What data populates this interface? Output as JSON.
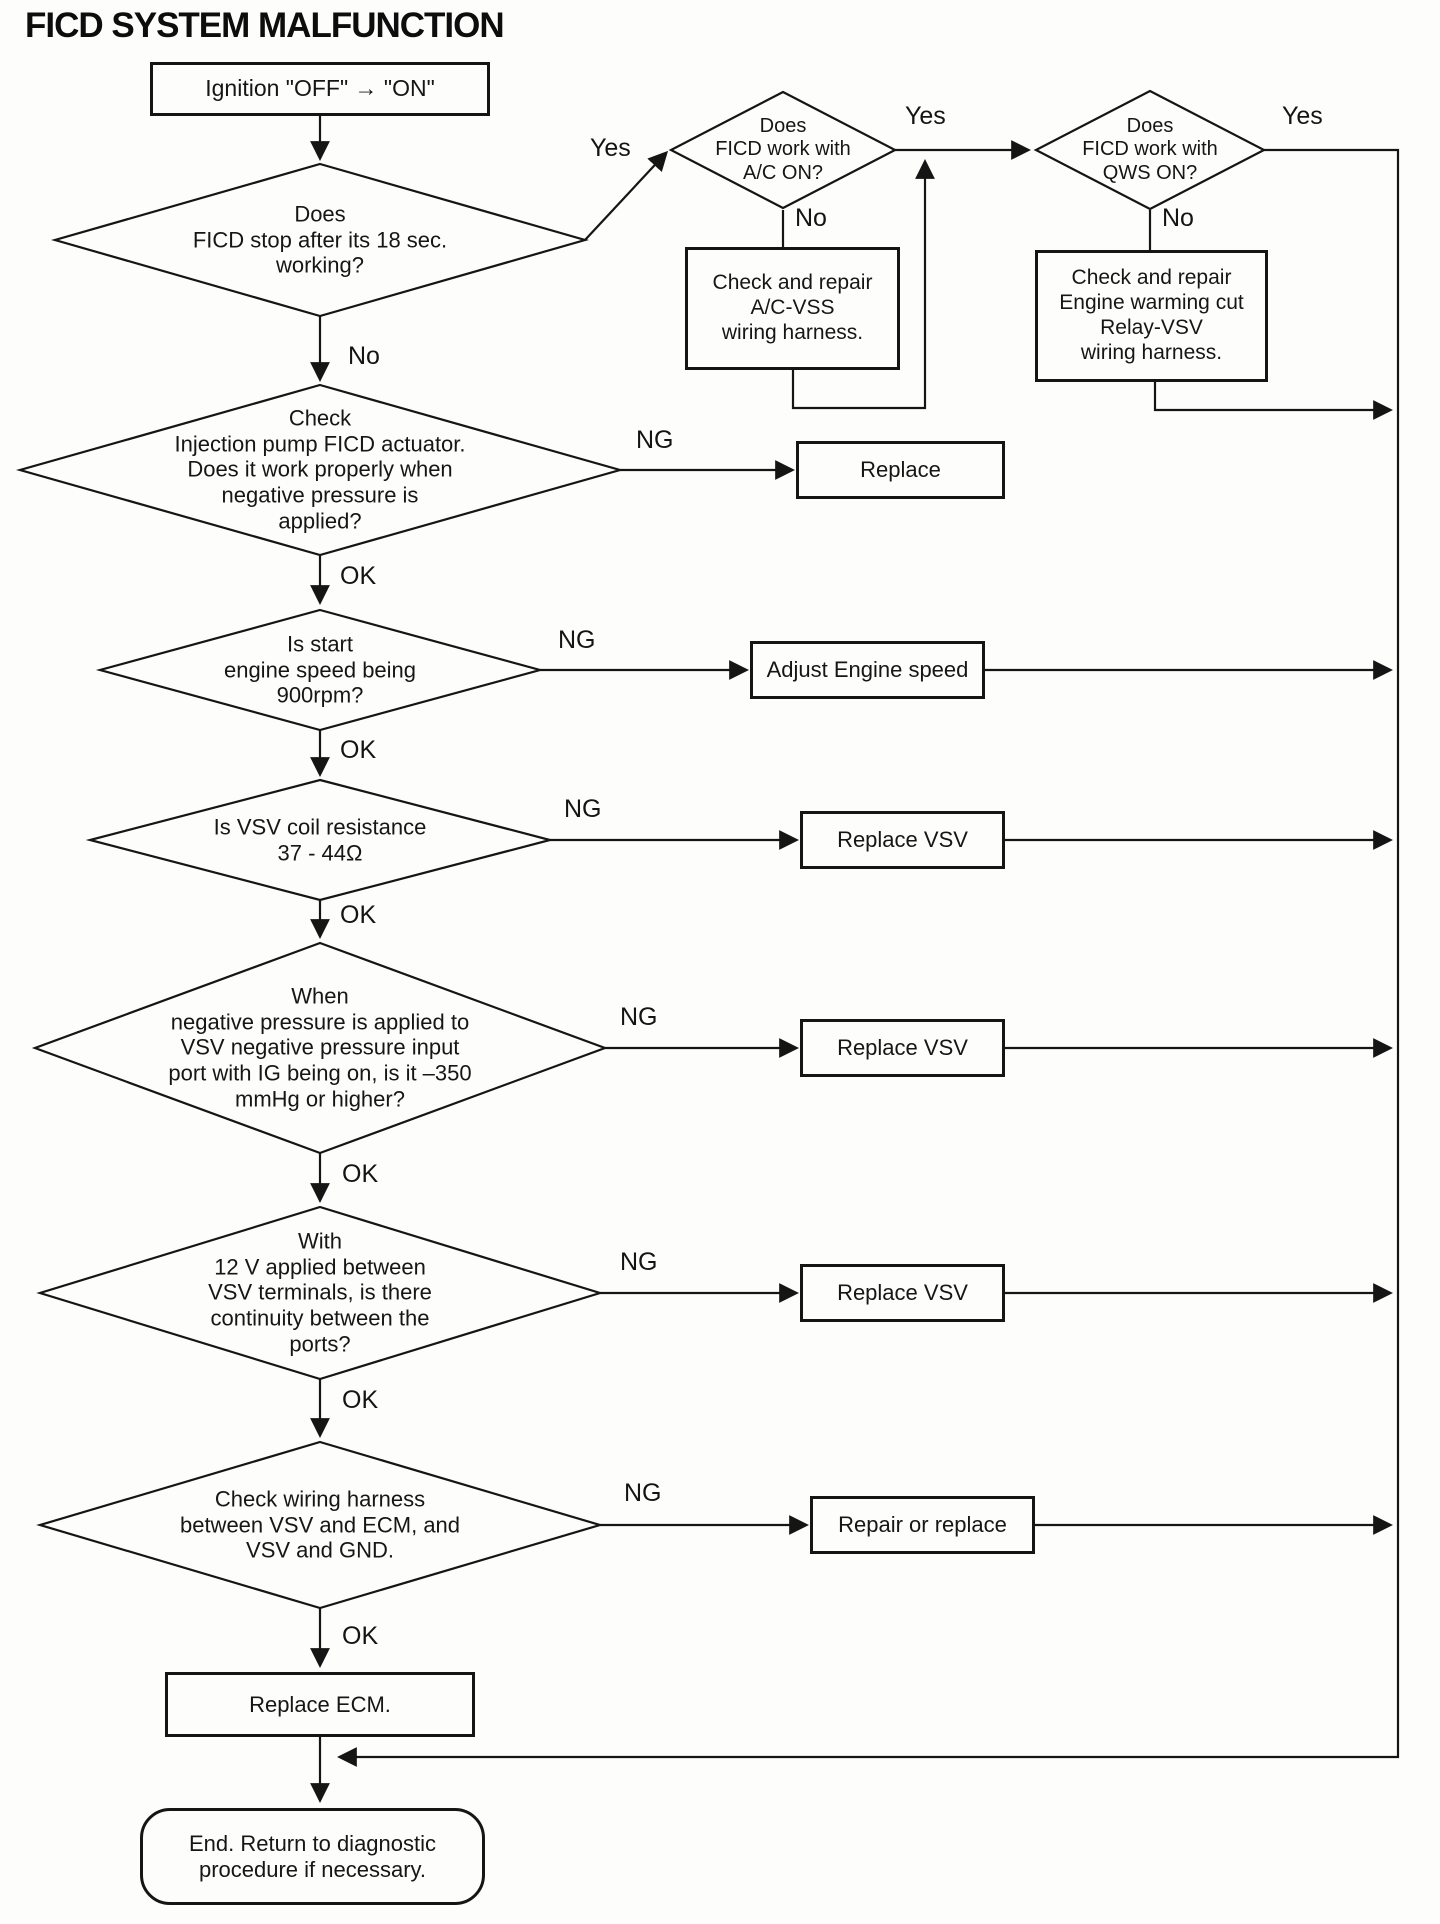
{
  "title": "FICD SYSTEM MALFUNCTION",
  "colors": {
    "ink": "#151515",
    "paper": "#fdfdfc"
  },
  "nodes": {
    "start": {
      "text": "Ignition \"OFF\" → \"ON\""
    },
    "d1": {
      "text": "Does\nFICD stop after its 18 sec.\nworking?"
    },
    "d_ac": {
      "text": "Does\nFICD work with\nA/C ON?"
    },
    "d_qws": {
      "text": "Does\nFICD work with\nQWS ON?"
    },
    "box_ac": {
      "text": "Check and repair\nA/C-VSS\nwiring harness."
    },
    "box_relay": {
      "text": "Check and repair\nEngine warming cut\nRelay-VSV\nwiring harness."
    },
    "d2": {
      "text": "Check\nInjection pump FICD actuator.\nDoes it work properly when\nnegative pressure is\napplied?"
    },
    "box_replace": {
      "text": "Replace"
    },
    "d3": {
      "text": "Is start\nengine speed being\n900rpm?"
    },
    "box_adjust": {
      "text": "Adjust Engine speed"
    },
    "d4": {
      "text": "Is VSV coil resistance\n37 - 44Ω"
    },
    "box_vsv1": {
      "text": "Replace VSV"
    },
    "d5": {
      "text": "When\nnegative pressure is applied to\nVSV negative pressure input\nport with IG being on, is it –350\nmmHg or higher?"
    },
    "box_vsv2": {
      "text": "Replace VSV"
    },
    "d6": {
      "text": "With\n12 V applied between\nVSV terminals, is there\ncontinuity between the\nports?"
    },
    "box_vsv3": {
      "text": "Replace VSV"
    },
    "d7": {
      "text": "Check wiring harness\nbetween VSV and ECM, and\nVSV and GND."
    },
    "box_repair": {
      "text": "Repair or replace"
    },
    "box_ecm": {
      "text": "Replace ECM."
    },
    "end": {
      "text": "End. Return to diagnostic\nprocedure if necessary."
    }
  },
  "labels": {
    "yes_d1": "Yes",
    "yes_ac": "Yes",
    "yes_qws": "Yes",
    "no_d1": "No",
    "no_ac": "No",
    "no_qws": "No",
    "ng_d2": "NG",
    "ok_d2": "OK",
    "ng_d3": "NG",
    "ok_d3": "OK",
    "ng_d4": "NG",
    "ok_d4": "OK",
    "ng_d5": "NG",
    "ok_d5": "OK",
    "ng_d6": "NG",
    "ok_d6": "OK",
    "ng_d7": "NG",
    "ok_d7": "OK"
  }
}
